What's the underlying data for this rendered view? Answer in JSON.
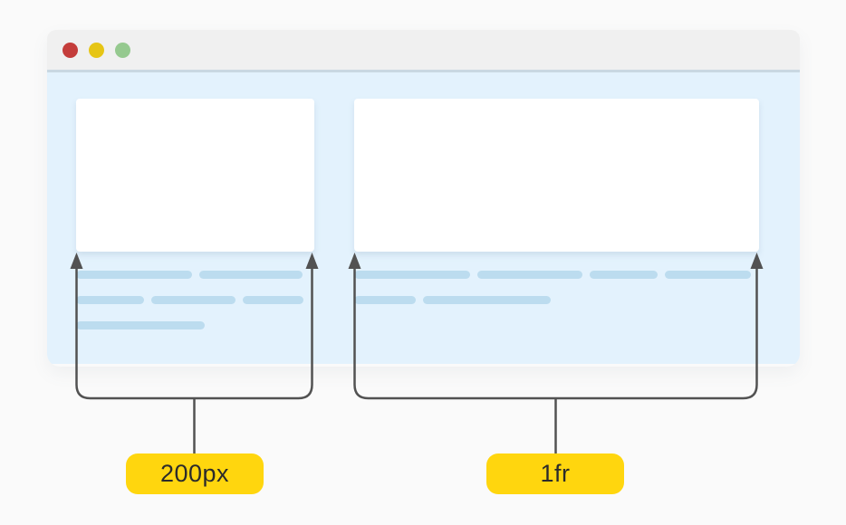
{
  "window": {
    "traffic_lights": [
      {
        "name": "close",
        "color": "#c43d3b"
      },
      {
        "name": "minimize",
        "color": "#e6c515"
      },
      {
        "name": "zoom",
        "color": "#95c98f"
      }
    ]
  },
  "diagram": {
    "columns": [
      {
        "label": "200px",
        "skeleton_rows": [
          [
            128,
            114
          ],
          [
            75,
            93,
            67
          ],
          [
            142
          ]
        ]
      },
      {
        "label": "1fr",
        "skeleton_rows": [
          [
            128,
            116,
            75,
            95
          ],
          [
            68,
            141
          ]
        ]
      }
    ]
  },
  "colors": {
    "page_bg": "#fafafa",
    "titlebar_bg": "#f0f0f0",
    "divider": "#c9d8e2",
    "content_bg": "#e3f2fd",
    "box_bg": "#ffffff",
    "skeleton_bar": "#bcdcef",
    "line": "#525252",
    "label_bg": "#ffd60e",
    "label_text": "#2b2b2b"
  }
}
